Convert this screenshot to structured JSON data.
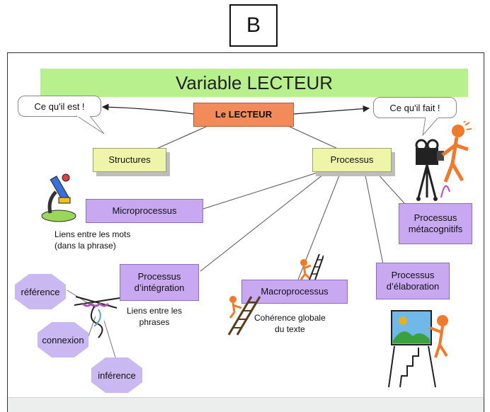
{
  "panel_label": "B",
  "title": "Variable LECTEUR",
  "center": "Le LECTEUR",
  "bubbles": {
    "left": "Ce qu'il est !",
    "right": "Ce qu'il fait !"
  },
  "branches": {
    "structures": "Structures",
    "processus": "Processus"
  },
  "processes": {
    "micro": "Microprocessus",
    "integration": [
      "Processus",
      "d’intégration"
    ],
    "macro": "Macroprocessus",
    "elaboration": [
      "Processus",
      "d’élaboration"
    ],
    "meta": [
      "Processus",
      "métacognitifs"
    ]
  },
  "notes": {
    "micro": [
      "Liens entre les mots",
      "(dans la phrase)"
    ],
    "integration": [
      "Liens entre les",
      "phrases"
    ],
    "macro": [
      "Cohérence globale",
      "du texte"
    ]
  },
  "integration_types": [
    "référence",
    "connexion",
    "inférence"
  ],
  "colors": {
    "title_band": "#b8f08e",
    "center_box": "#f28a5a",
    "branch_box": "#eff5a8",
    "process_box": "#c8a8f0",
    "octagon": "#c9b8f2"
  },
  "clipart_icons": [
    "microscope-icon",
    "knitting-icon",
    "ladder-climber-icon",
    "ladder-icon",
    "painter-easel-icon",
    "camera-operator-icon"
  ]
}
